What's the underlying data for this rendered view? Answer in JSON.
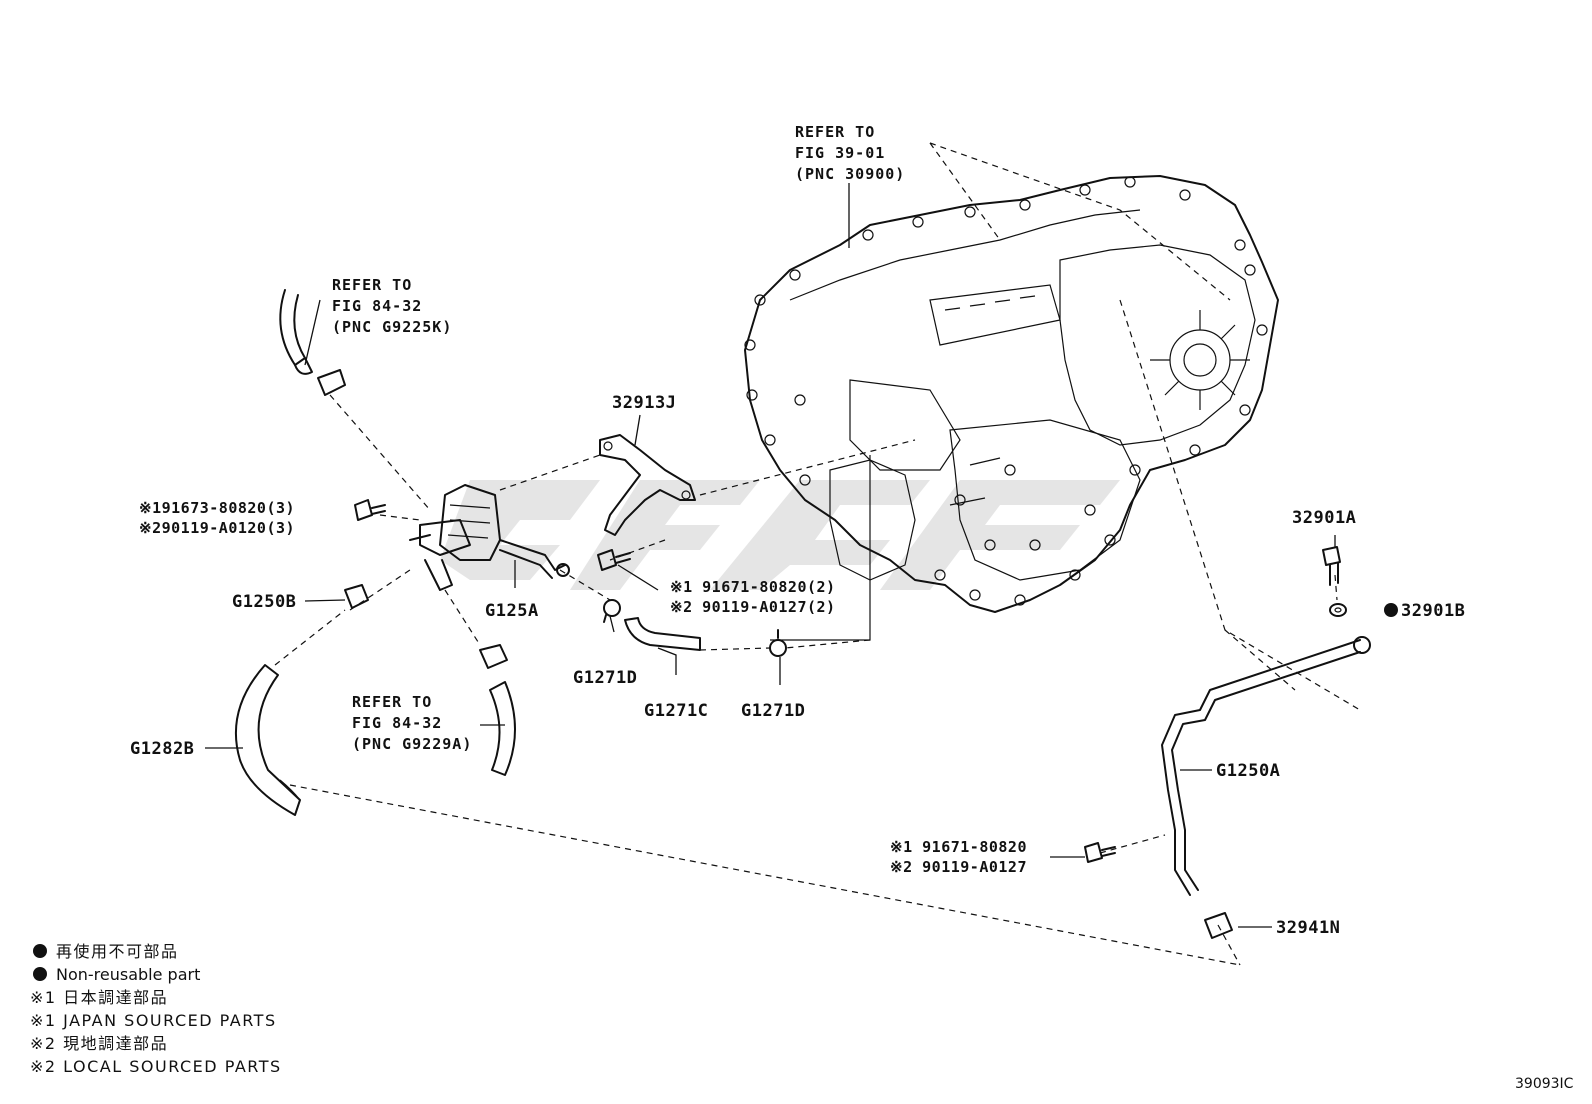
{
  "references": {
    "transaxle": [
      "REFER TO",
      "FIG 39-01",
      "(PNC 30900)"
    ],
    "hose_upper": [
      "REFER TO",
      "FIG 84-32",
      "(PNC G9225K)"
    ],
    "hose_lower": [
      "REFER TO",
      "FIG 84-32",
      "(PNC G9229A)"
    ]
  },
  "labels": {
    "bracket": "32913J",
    "bolt_left_jp": "※191673-80820(3)",
    "bolt_left_local": "※290119-A0120(3)",
    "clip_left": "G1250B",
    "cooler": "G125A",
    "bolt_mid_jp": "※1 91671-80820(2)",
    "bolt_mid_local": "※2 90119-A0127(2)",
    "clamp_1": "G1271D",
    "hose_mid": "G1271C",
    "clamp_2": "G1271D",
    "hose_left": "G1282B",
    "bolt_right": "32901A",
    "gasket_right": "32901B",
    "pipe_right": "G1250A",
    "bolt_low_jp": "※1 91671-80820",
    "bolt_low_local": "※2 90119-A0127",
    "clip_low": "32941N"
  },
  "legend": {
    "nonreusable_jp": "再使用不可部品",
    "nonreusable_en": "Non-reusable part",
    "japan_jp": "※1 日本調達部品",
    "japan_en": "※1 JAPAN SOURCED PARTS",
    "local_jp": "※2 現地調達部品",
    "local_en": "※2 LOCAL SOURCED PARTS"
  },
  "figure_code": "39093IC"
}
